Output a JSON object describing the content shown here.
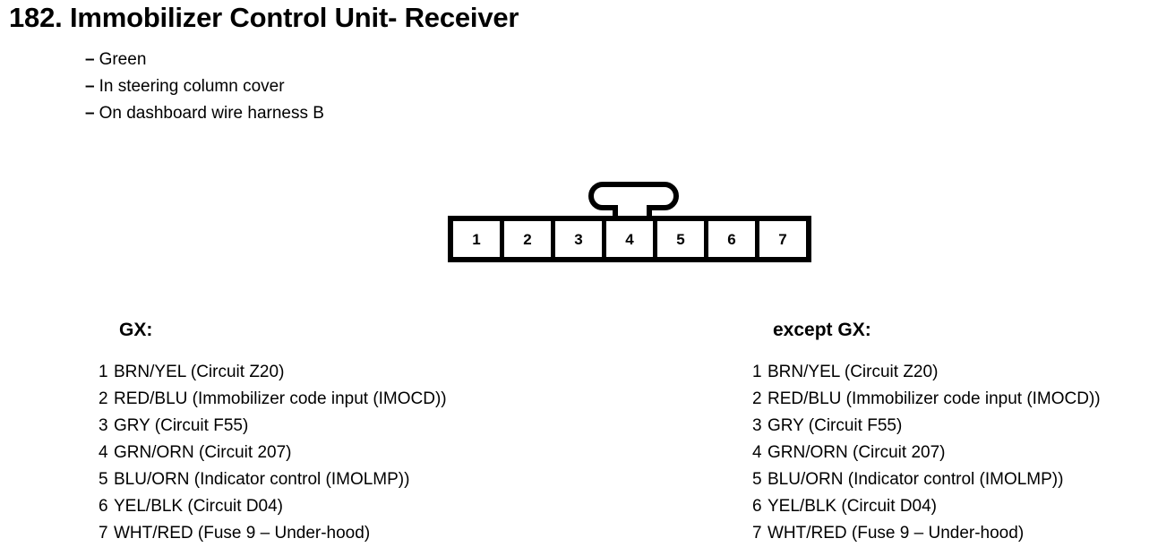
{
  "title": "182. Immobilizer Control Unit- Receiver",
  "subpoints": [
    {
      "dash": "–",
      "text": "Green"
    },
    {
      "dash": "–",
      "text": "In steering column cover"
    },
    {
      "dash": "–",
      "text": "On dashboard wire harness B"
    }
  ],
  "connector": {
    "pins": [
      "1",
      "2",
      "3",
      "4",
      "5",
      "6",
      "7"
    ],
    "latch_position_pin": "4"
  },
  "columns": [
    {
      "heading": "GX:",
      "rows": [
        {
          "pin": "1",
          "text": "BRN/YEL (Circuit Z20)"
        },
        {
          "pin": "2",
          "text": "RED/BLU (Immobilizer code input (IMOCD))"
        },
        {
          "pin": "3",
          "text": "GRY (Circuit F55)"
        },
        {
          "pin": "4",
          "text": "GRN/ORN (Circuit 207)"
        },
        {
          "pin": "5",
          "text": "BLU/ORN (Indicator control (IMOLMP))"
        },
        {
          "pin": "6",
          "text": "YEL/BLK (Circuit D04)"
        },
        {
          "pin": "7",
          "text": "WHT/RED (Fuse 9 – Under-hood)"
        }
      ]
    },
    {
      "heading": "except GX:",
      "rows": [
        {
          "pin": "1",
          "text": "BRN/YEL (Circuit Z20)"
        },
        {
          "pin": "2",
          "text": "RED/BLU (Immobilizer code input (IMOCD))"
        },
        {
          "pin": "3",
          "text": "GRY (Circuit F55)"
        },
        {
          "pin": "4",
          "text": "GRN/ORN (Circuit 207)"
        },
        {
          "pin": "5",
          "text": "BLU/ORN (Indicator control (IMOLMP))"
        },
        {
          "pin": "6",
          "text": "YEL/BLK (Circuit D04)"
        },
        {
          "pin": "7",
          "text": "WHT/RED (Fuse 9 – Under-hood)"
        }
      ]
    }
  ]
}
